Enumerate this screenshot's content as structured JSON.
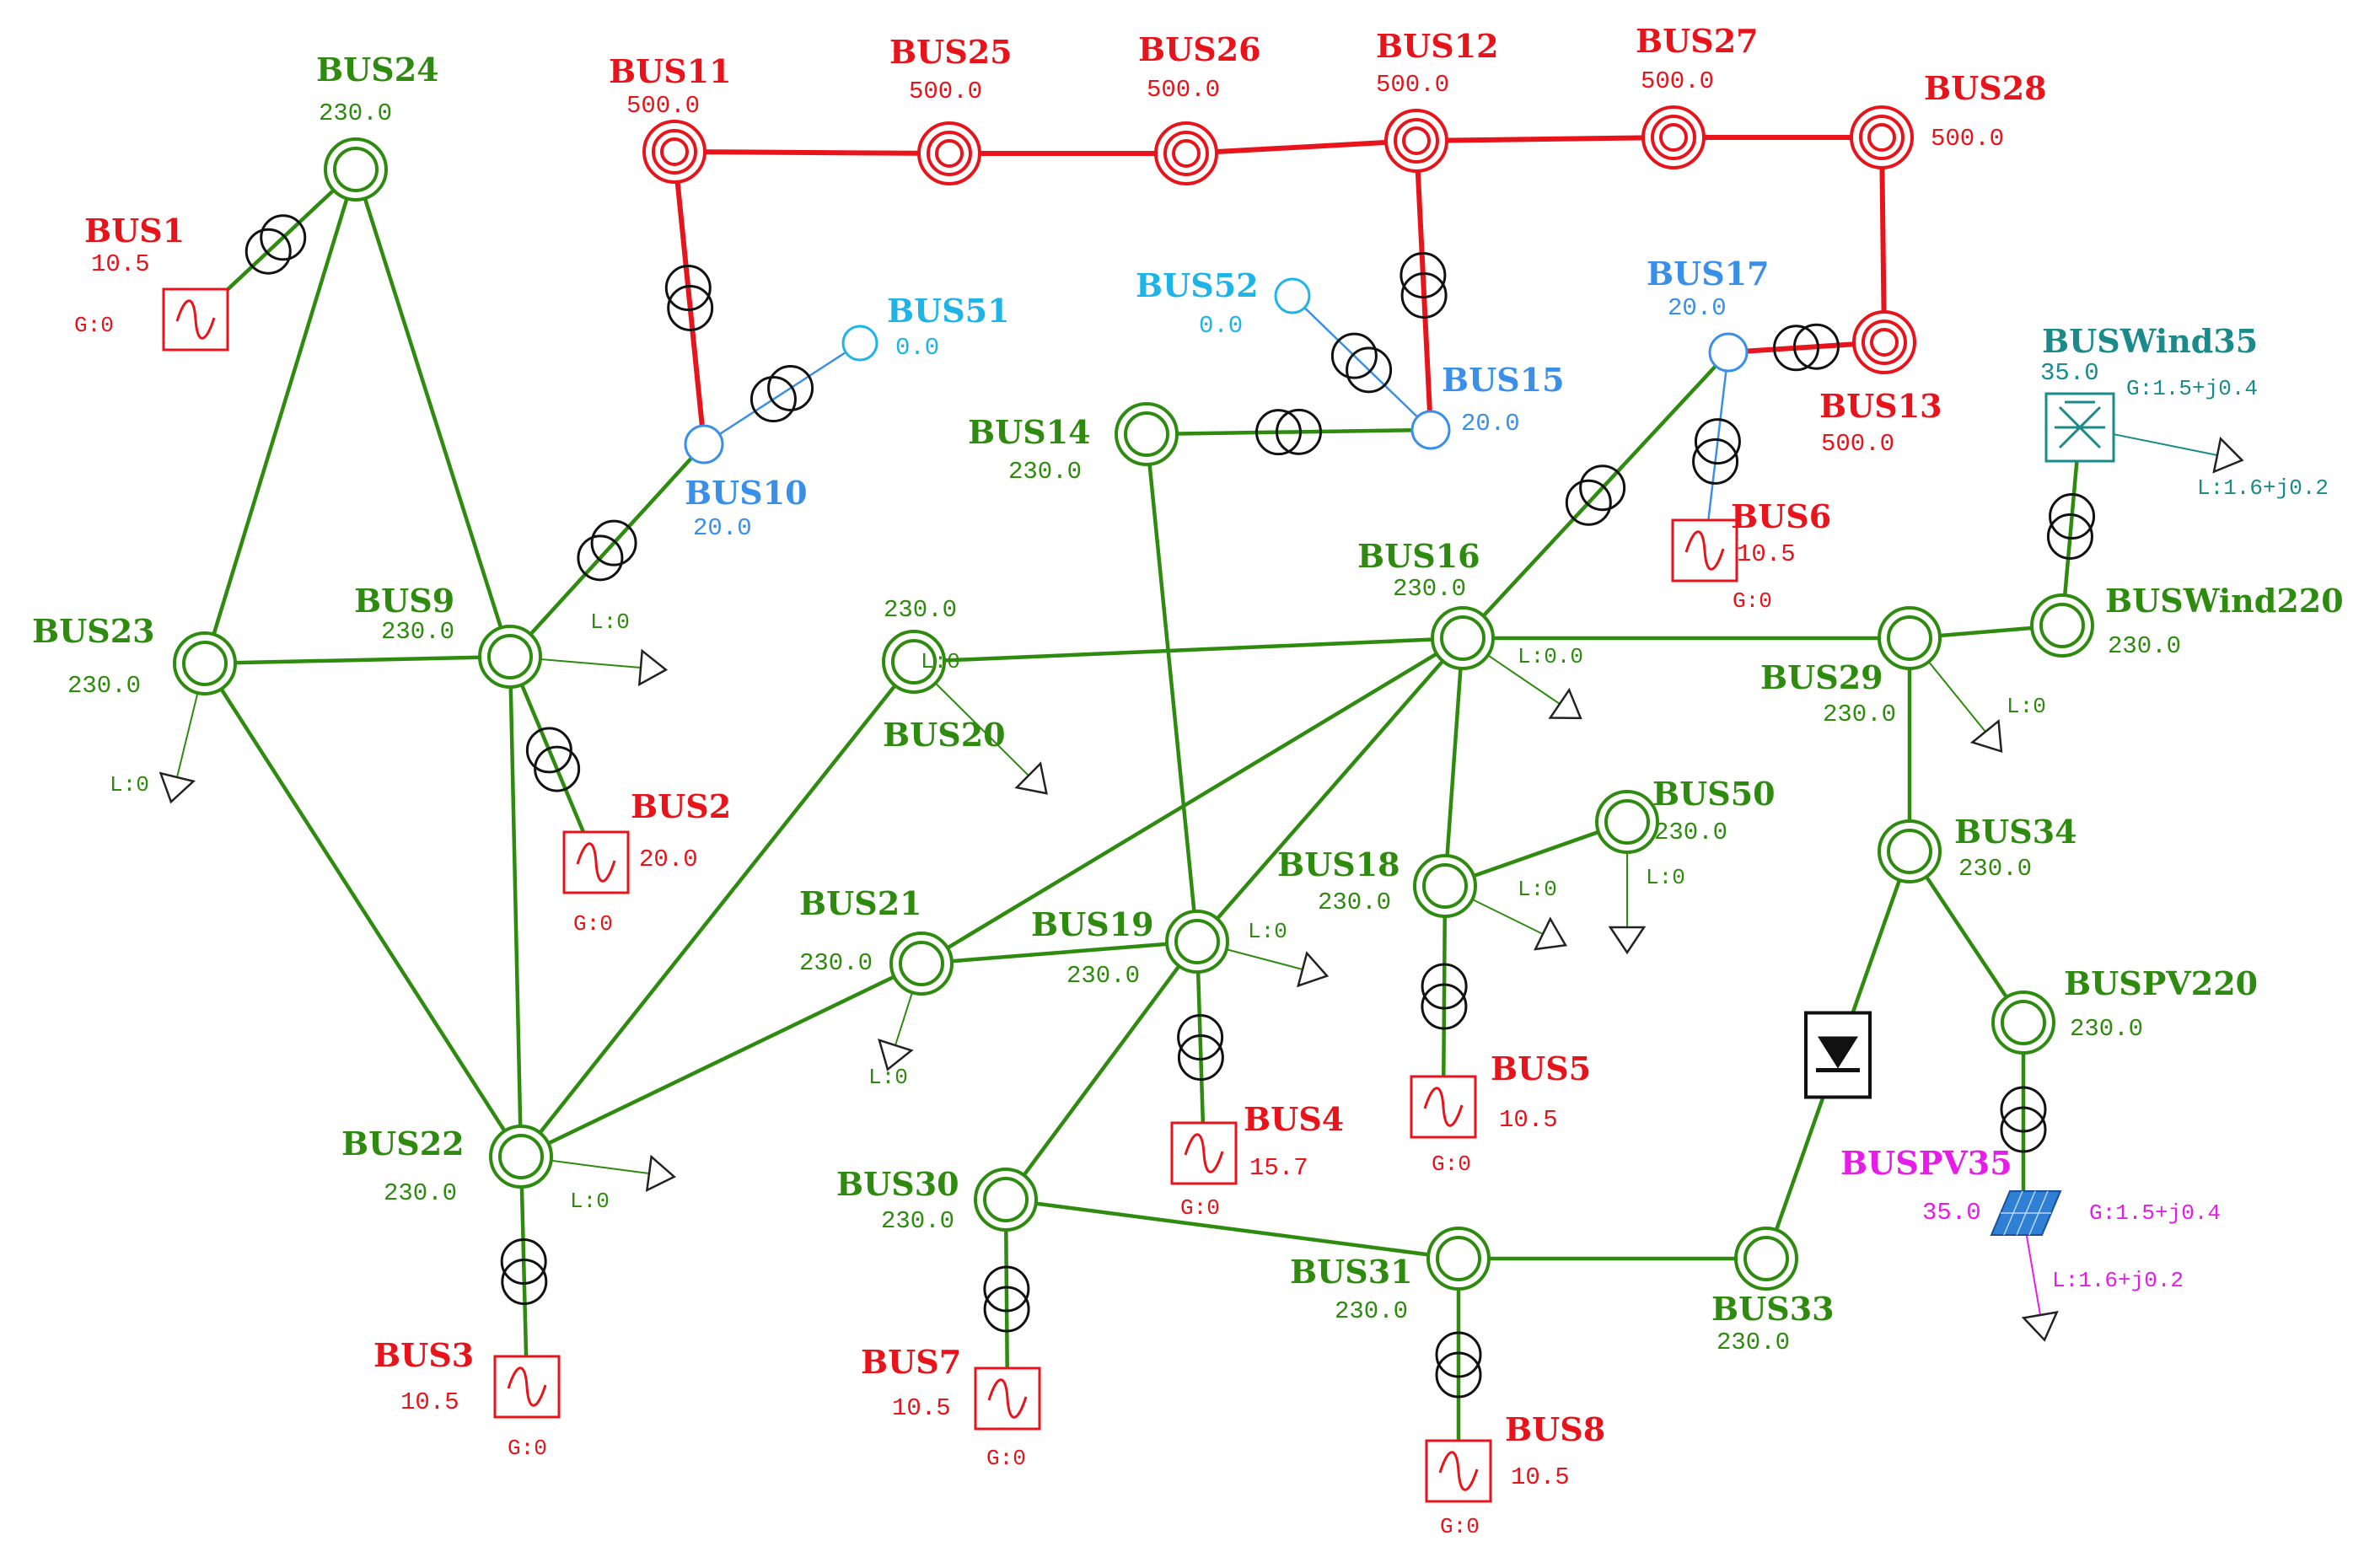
{
  "colors": {
    "kv230": "#2e8b0f",
    "kv500": "#e8141c",
    "kv20": "#3a8fe8",
    "kv0": "#1fb4e8",
    "wind": "#1a8a8a",
    "pv": "#e81ce8",
    "device": "#111111"
  },
  "buses": [
    {
      "id": "BUS1",
      "name": "BUS1",
      "kv": "10.5"
    },
    {
      "id": "BUS2",
      "name": "BUS2",
      "kv": "20.0"
    },
    {
      "id": "BUS3",
      "name": "BUS3",
      "kv": "10.5"
    },
    {
      "id": "BUS4",
      "name": "BUS4",
      "kv": "15.7"
    },
    {
      "id": "BUS5",
      "name": "BUS5",
      "kv": "10.5"
    },
    {
      "id": "BUS6",
      "name": "BUS6",
      "kv": "10.5"
    },
    {
      "id": "BUS7",
      "name": "BUS7",
      "kv": "10.5"
    },
    {
      "id": "BUS8",
      "name": "BUS8",
      "kv": "10.5"
    },
    {
      "id": "BUS9",
      "name": "BUS9",
      "kv": "230.0"
    },
    {
      "id": "BUS10",
      "name": "BUS10",
      "kv": "20.0"
    },
    {
      "id": "BUS11",
      "name": "BUS11",
      "kv": "500.0"
    },
    {
      "id": "BUS12",
      "name": "BUS12",
      "kv": "500.0"
    },
    {
      "id": "BUS13",
      "name": "BUS13",
      "kv": "500.0"
    },
    {
      "id": "BUS14",
      "name": "BUS14",
      "kv": "230.0"
    },
    {
      "id": "BUS15",
      "name": "BUS15",
      "kv": "20.0"
    },
    {
      "id": "BUS16",
      "name": "BUS16",
      "kv": "230.0"
    },
    {
      "id": "BUS17",
      "name": "BUS17",
      "kv": "20.0"
    },
    {
      "id": "BUS18",
      "name": "BUS18",
      "kv": "230.0"
    },
    {
      "id": "BUS19",
      "name": "BUS19",
      "kv": "230.0"
    },
    {
      "id": "BUS20",
      "name": "BUS20",
      "kv": "230.0"
    },
    {
      "id": "BUS21",
      "name": "BUS21",
      "kv": "230.0"
    },
    {
      "id": "BUS22",
      "name": "BUS22",
      "kv": "230.0"
    },
    {
      "id": "BUS23",
      "name": "BUS23",
      "kv": "230.0"
    },
    {
      "id": "BUS24",
      "name": "BUS24",
      "kv": "230.0"
    },
    {
      "id": "BUS25",
      "name": "BUS25",
      "kv": "500.0"
    },
    {
      "id": "BUS26",
      "name": "BUS26",
      "kv": "500.0"
    },
    {
      "id": "BUS27",
      "name": "BUS27",
      "kv": "500.0"
    },
    {
      "id": "BUS28",
      "name": "BUS28",
      "kv": "500.0"
    },
    {
      "id": "BUS29",
      "name": "BUS29",
      "kv": "230.0"
    },
    {
      "id": "BUS30",
      "name": "BUS30",
      "kv": "230.0"
    },
    {
      "id": "BUS31",
      "name": "BUS31",
      "kv": "230.0"
    },
    {
      "id": "BUS33",
      "name": "BUS33",
      "kv": "230.0"
    },
    {
      "id": "BUS34",
      "name": "BUS34",
      "kv": "230.0"
    },
    {
      "id": "BUS50",
      "name": "BUS50",
      "kv": "230.0"
    },
    {
      "id": "BUS51",
      "name": "BUS51",
      "kv": "0.0"
    },
    {
      "id": "BUS52",
      "name": "BUS52",
      "kv": "0.0"
    },
    {
      "id": "BUSWind35",
      "name": "BUSWind35",
      "kv": "35.0"
    },
    {
      "id": "BUSWind220",
      "name": "BUSWind220",
      "kv": "230.0"
    },
    {
      "id": "BUSPV220",
      "name": "BUSPV220",
      "kv": "230.0"
    },
    {
      "id": "BUSPV35",
      "name": "BUSPV35",
      "kv": "35.0"
    }
  ],
  "lines": [
    {
      "from": "BUS24",
      "to": "BUS1",
      "type": "transformer",
      "kv": "230"
    },
    {
      "from": "BUS24",
      "to": "BUS23",
      "type": "line",
      "kv": "230"
    },
    {
      "from": "BUS24",
      "to": "BUS9",
      "type": "line",
      "kv": "230"
    },
    {
      "from": "BUS23",
      "to": "BUS9",
      "type": "line",
      "kv": "230"
    },
    {
      "from": "BUS23",
      "to": "BUS22",
      "type": "line",
      "kv": "230"
    },
    {
      "from": "BUS9",
      "to": "BUS22",
      "type": "line",
      "kv": "230"
    },
    {
      "from": "BUS9",
      "to": "BUS10",
      "type": "transformer",
      "kv": "230"
    },
    {
      "from": "BUS9",
      "to": "BUS2",
      "type": "transformer",
      "kv": "230"
    },
    {
      "from": "BUS22",
      "to": "BUS3",
      "type": "transformer",
      "kv": "230"
    },
    {
      "from": "BUS22",
      "to": "BUS20",
      "type": "line",
      "kv": "230"
    },
    {
      "from": "BUS22",
      "to": "BUS21",
      "type": "line",
      "kv": "230"
    },
    {
      "from": "BUS21",
      "to": "BUS16",
      "type": "line",
      "kv": "230"
    },
    {
      "from": "BUS21",
      "to": "BUS19",
      "type": "line",
      "kv": "230"
    },
    {
      "from": "BUS20",
      "to": "BUS16",
      "type": "line",
      "kv": "230"
    },
    {
      "from": "BUS14",
      "to": "BUS15",
      "type": "transformer",
      "kv": "230"
    },
    {
      "from": "BUS14",
      "to": "BUS19",
      "type": "line",
      "kv": "230"
    },
    {
      "from": "BUS19",
      "to": "BUS16",
      "type": "line",
      "kv": "230"
    },
    {
      "from": "BUS19",
      "to": "BUS30",
      "type": "line",
      "kv": "230"
    },
    {
      "from": "BUS19",
      "to": "BUS4",
      "type": "transformer",
      "kv": "230"
    },
    {
      "from": "BUS16",
      "to": "BUS17",
      "type": "transformer",
      "kv": "230"
    },
    {
      "from": "BUS16",
      "to": "BUS18",
      "type": "line",
      "kv": "230"
    },
    {
      "from": "BUS16",
      "to": "BUS29",
      "type": "line",
      "kv": "230"
    },
    {
      "from": "BUS18",
      "to": "BUS50",
      "type": "line",
      "kv": "230"
    },
    {
      "from": "BUS18",
      "to": "BUS5",
      "type": "transformer",
      "kv": "230"
    },
    {
      "from": "BUS29",
      "to": "BUSWind220",
      "type": "line",
      "kv": "230"
    },
    {
      "from": "BUSWind220",
      "to": "BUSWind35",
      "type": "transformer",
      "kv": "230"
    },
    {
      "from": "BUS29",
      "to": "BUS34",
      "type": "line",
      "kv": "230"
    },
    {
      "from": "BUS34",
      "to": "BUSPV220",
      "type": "line",
      "kv": "230"
    },
    {
      "from": "BUSPV220",
      "to": "BUSPV35",
      "type": "transformer",
      "kv": "230"
    },
    {
      "from": "BUS34",
      "to": "BUS33",
      "type": "hvdc",
      "kv": "230"
    },
    {
      "from": "BUS30",
      "to": "BUS31",
      "type": "line",
      "kv": "230"
    },
    {
      "from": "BUS31",
      "to": "BUS33",
      "type": "line",
      "kv": "230"
    },
    {
      "from": "BUS30",
      "to": "BUS7",
      "type": "transformer",
      "kv": "230"
    },
    {
      "from": "BUS31",
      "to": "BUS8",
      "type": "transformer",
      "kv": "230"
    },
    {
      "from": "BUS11",
      "to": "BUS25",
      "type": "line",
      "kv": "500"
    },
    {
      "from": "BUS25",
      "to": "BUS26",
      "type": "line",
      "kv": "500"
    },
    {
      "from": "BUS26",
      "to": "BUS12",
      "type": "line",
      "kv": "500"
    },
    {
      "from": "BUS12",
      "to": "BUS27",
      "type": "line",
      "kv": "500"
    },
    {
      "from": "BUS27",
      "to": "BUS28",
      "type": "line",
      "kv": "500"
    },
    {
      "from": "BUS28",
      "to": "BUS13",
      "type": "line",
      "kv": "500"
    },
    {
      "from": "BUS11",
      "to": "BUS10",
      "type": "transformer",
      "kv": "500"
    },
    {
      "from": "BUS12",
      "to": "BUS15",
      "type": "transformer",
      "kv": "500"
    },
    {
      "from": "BUS13",
      "to": "BUS17",
      "type": "transformer",
      "kv": "500"
    },
    {
      "from": "BUS10",
      "to": "BUS51",
      "type": "transformer",
      "kv": "20"
    },
    {
      "from": "BUS15",
      "to": "BUS52",
      "type": "transformer",
      "kv": "20"
    },
    {
      "from": "BUS17",
      "to": "BUS6",
      "type": "transformer",
      "kv": "20"
    }
  ],
  "generators": [
    {
      "bus": "BUS1",
      "label": "G:0"
    },
    {
      "bus": "BUS2",
      "label": "G:0"
    },
    {
      "bus": "BUS3",
      "label": "G:0"
    },
    {
      "bus": "BUS4",
      "label": "G:0"
    },
    {
      "bus": "BUS5",
      "label": "G:0"
    },
    {
      "bus": "BUS6",
      "label": "G:0"
    },
    {
      "bus": "BUS7",
      "label": "G:0"
    },
    {
      "bus": "BUS8",
      "label": "G:0"
    }
  ],
  "loads": [
    {
      "bus": "BUS9",
      "label": "L:0"
    },
    {
      "bus": "BUS23",
      "label": "L:0"
    },
    {
      "bus": "BUS22",
      "label": "L:0"
    },
    {
      "bus": "BUS20",
      "label": "L:0"
    },
    {
      "bus": "BUS21",
      "label": "L:0"
    },
    {
      "bus": "BUS19",
      "label": "L:0"
    },
    {
      "bus": "BUS16",
      "label": "L:0.0"
    },
    {
      "bus": "BUS18",
      "label": "L:0"
    },
    {
      "bus": "BUS50",
      "label": "L:0"
    },
    {
      "bus": "BUS29",
      "label": "L:0"
    },
    {
      "bus": "BUSWind35",
      "label": "L:1.6+j0.2"
    },
    {
      "bus": "BUSPV35",
      "label": "L:1.6+j0.2"
    }
  ],
  "renewables": [
    {
      "bus": "BUSWind35",
      "kind": "wind",
      "label": "G:1.5+j0.4"
    },
    {
      "bus": "BUSPV35",
      "kind": "pv",
      "label": "G:1.5+j0.4"
    }
  ]
}
